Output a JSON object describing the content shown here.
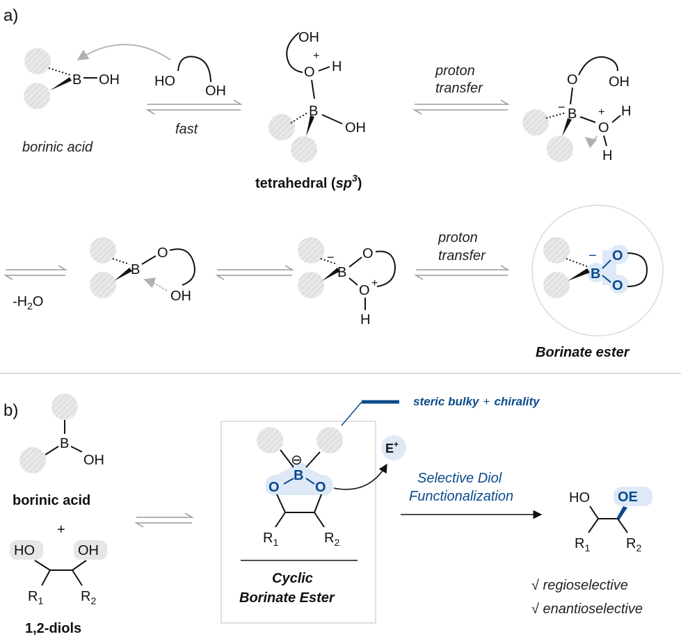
{
  "panels": {
    "a": "a)",
    "b": "b)"
  },
  "atoms": {
    "B": "B",
    "OH": "OH",
    "HO": "HO",
    "O": "O",
    "H": "H",
    "plus": "+",
    "minus": "−",
    "E": "E",
    "OE": "OE",
    "R": "R",
    "R1_sub": "1",
    "R2_sub": "2",
    "circled_minus": "⊖"
  },
  "labels": {
    "borinic_acid_a": "borinic acid",
    "fast": "fast",
    "proton_transfer_1": [
      "proton",
      "transfer"
    ],
    "proton_transfer_2": [
      "proton",
      "transfer"
    ],
    "tetrahedral_main": "tetrahedral  (",
    "tetrahedral_sp": "sp",
    "tetrahedral_sup": "3",
    "tetrahedral_close": ")",
    "minus_h2o_pre": "-H",
    "minus_h2o_sub": "2",
    "minus_h2o_post": "O",
    "borinate_ester": "Borinate ester",
    "borinic_acid_b": "borinic acid",
    "plus_sign": "+",
    "diols": "1,2-diols",
    "steric_1": "steric bulky",
    "steric_plus": "+",
    "steric_2": "chirality",
    "selective_1": "Selective Diol",
    "selective_2": "Functionalization",
    "cyclic_1": "Cyclic",
    "cyclic_2": "Borinate Ester",
    "check_1": "√ regioselective",
    "check_2": "√ enantioselective"
  },
  "colors": {
    "accent": "#0b4a8b",
    "highlight": "#dde9f7",
    "substituent": "#e6e6e6",
    "arrow_gray": "#9a9a9a"
  }
}
